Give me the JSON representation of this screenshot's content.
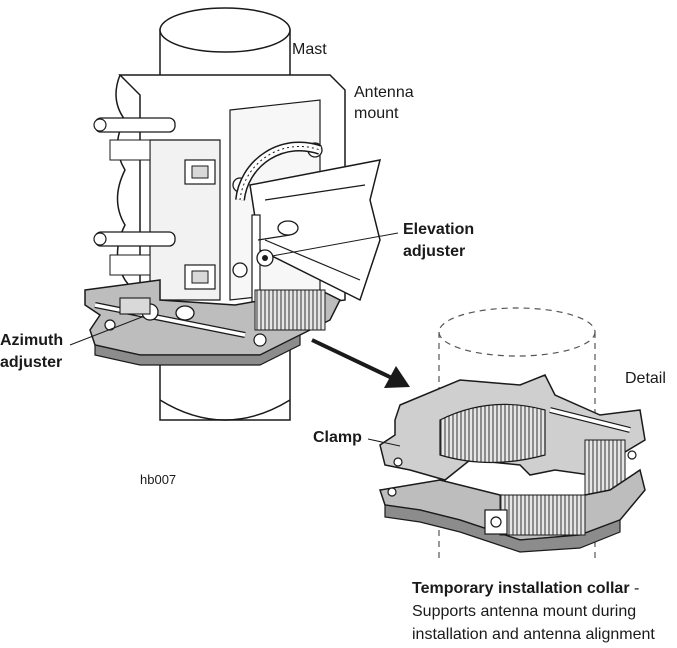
{
  "labels": {
    "mast": "Mast",
    "antenna_mount_1": "Antenna",
    "antenna_mount_2": "mount",
    "elevation_1": "Elevation",
    "elevation_2": "adjuster",
    "azimuth_1": "Azimuth",
    "azimuth_2": "adjuster",
    "detail": "Detail",
    "clamp": "Clamp",
    "figure_code": "hb007"
  },
  "caption": {
    "title": "Temporary installation collar",
    "dash": " -",
    "line2": "Supports antenna mount during",
    "line3": "installation and antenna alignment"
  },
  "colors": {
    "line": "#1a1a1a",
    "light": "#d9d9d9",
    "mid": "#bdbdbd",
    "dark": "#8c8c8c",
    "white": "#ffffff"
  }
}
